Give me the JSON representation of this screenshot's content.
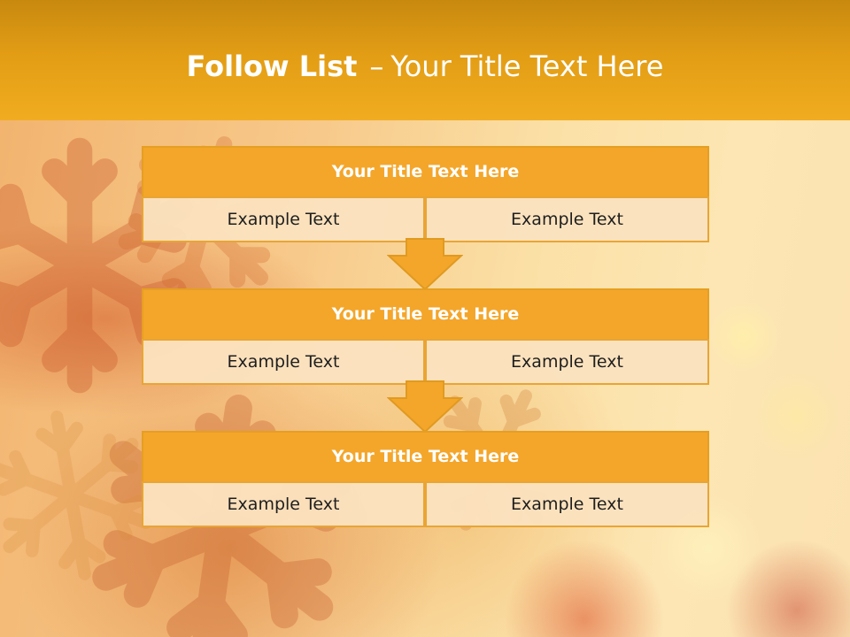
{
  "slide": {
    "title_bold": "Follow List",
    "title_separator": "–",
    "title_rest": "Your Title Text Here"
  },
  "steps": [
    {
      "title": "Your Title Text Here",
      "left_text": "Example Text",
      "right_text": "Example Text"
    },
    {
      "title": "Your Title Text Here",
      "left_text": "Example Text",
      "right_text": "Example Text"
    },
    {
      "title": "Your Title Text Here",
      "left_text": "Example Text",
      "right_text": "Example Text"
    }
  ],
  "icons": {
    "arrows": [
      "down-arrow-icon",
      "down-arrow-icon"
    ]
  },
  "colors": {
    "header": "#f1ac20",
    "box_title": "#f4a62a",
    "box_cell": "#fbe2be",
    "border": "#e8a534",
    "title_text": "#ffffff",
    "cell_text": "#1e1e1e"
  }
}
